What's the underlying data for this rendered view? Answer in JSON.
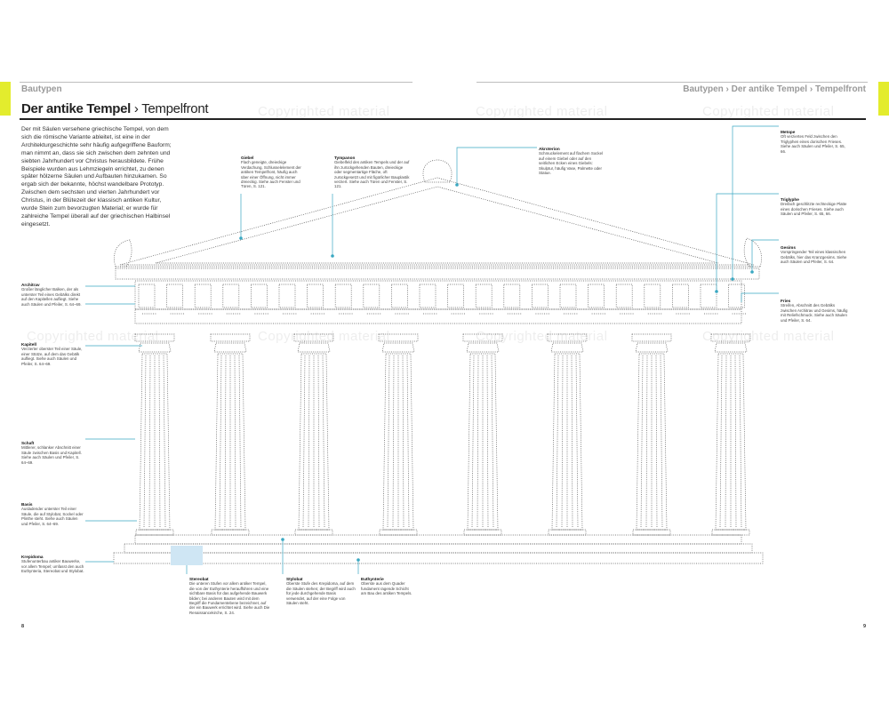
{
  "header": {
    "left_section": "Bautypen",
    "right_breadcrumb": "Bautypen › Der antike Tempel › Tempelfront",
    "title_main": "Der antike Tempel",
    "title_sep": " › ",
    "title_sub": "Tempelfront"
  },
  "intro": "Der mit Säulen versehene griechische Tempel, von dem sich die römische Variante ableitet, ist eine in der Architekturgeschichte sehr häufig aufgegriffene Bauform; man nimmt an, dass sie sich zwischen dem zehnten und siebten Jahrhundert vor Christus herausbildete. Frühe Beispiele wurden aus Lehmziegeln errichtet, zu denen später hölzerne Säulen und Aufbauten hinzukamen. So ergab sich der bekannte, höchst wandelbare Prototyp. Zwischen dem sechsten und vierten Jahrhundert vor Christus, in der Blütezeit der klassisch antiken Kultur, wurde Stein zum bevorzugten Material; er wurde für zahlreiche Tempel überall auf der griechischen Halbinsel eingesetzt.",
  "labels": {
    "architrav": {
      "title": "Architrav",
      "desc": "Großer länglicher Balken, der als unterster Teil eines Gebälks direkt auf den Kapitellen aufliegt. Siehe auch Säulen und Pfeiler, S. 64–69."
    },
    "kapitell": {
      "title": "Kapitell",
      "desc": "Verzierter oberster Teil einer Säule, einer Stütze, auf dem das Gebälk aufliegt. Siehe auch Säulen und Pfeiler, S. 64–69."
    },
    "schaft": {
      "title": "Schaft",
      "desc": "Mittlerer, schlanker Abschnitt einer Säule zwischen Basis und Kapitell. Siehe auch Säulen und Pfeiler, S. 64–69."
    },
    "basis": {
      "title": "Basis",
      "desc": "Ausladender unterster Teil einer Säule, die auf Stylobat, Sockel oder Plinthe steht. Siehe auch Säulen und Pfeiler, S. 64–69."
    },
    "krepidoma": {
      "title": "Krepidoma",
      "desc": "Stufenunterbau antiker Bauwerke, vor allem Tempel; umfasst den auch Euthynteria, Stereobat und Stylobat."
    },
    "giebel": {
      "title": "Giebel",
      "desc": "Flach geneigte, dreieckige Verdachung, Schlusselelement der antiken Tempelfront, häufig auch über einer Öffnung, nicht immer dreieckig. Siehe auch Fenster und Türen, S. 121."
    },
    "tympanon": {
      "title": "Tympanon",
      "desc": "Giebelfeld des antiken Tempels und der auf ihn zurückgehenden Bauten, dreieckige oder segmentartige Fläche, oft zurückgesetzt und mit figürlicher Bauplastik verziert. Siehe auch Türen und Fenster, S. 121."
    },
    "akroterion": {
      "title": "Akroterion",
      "desc": "Schmuckelement auf flachem Sockel auf einem Giebel oder auf den seitlichen Ecken eines Giebels: Skulptur, häufig Vase, Palmette oder Statue."
    },
    "metope": {
      "title": "Metope",
      "desc": "Oft verziertes Feld zwischen den Triglyphen eines dorischen Frieses. Siehe auch Säulen und Pfeiler, S. 65, 66."
    },
    "triglyphe": {
      "title": "Triglyphe",
      "desc": "Dreifach geschlitzte rechteckige Platte eines dorischen Frieses. Siehe auch Säulen und Pfeiler, S. 65, 66."
    },
    "gesims": {
      "title": "Gesims",
      "desc": "Vorspringender Teil eines klassischen Gebälks, hier das Kranzgesims. Siehe auch Säulen und Pfeiler, S. 64."
    },
    "fries": {
      "title": "Fries",
      "desc": "Streifen, Abschnitt des Gebälks zwischen Architrav und Gesims, häufig mit Reliefschmuck. Siehe auch Säulen und Pfeiler, S. 64."
    },
    "stereobat": {
      "title": "Stereobat",
      "desc": "Die unteren Stufen vor allem antiker Tempel, die von der Euthynterie heraufführen und eine sichtbare Basis für das aufgehende Bauwerk bilden; bei anderen Bauten wird mit dem Begriff die Fundamentebene bezeichnet, auf der ein Bauwerk errichtet wird. Siehe auch Die Renaissancekirche, S. 24."
    },
    "stylobat": {
      "title": "Stylobat",
      "desc": "Oberste Stufe des Krepidoma, auf dem die Säulen stehen; der Begriff wird auch für jede durchgehende Basis verwendet, auf der eine Folge von Säulen steht."
    },
    "euthynterie": {
      "title": "Euthynterie",
      "desc": "Oberste aus dem Quader fundament ragende Schicht am Bau des antiken Tempels."
    }
  },
  "watermark": "Copyrighted material",
  "page_left": "8",
  "page_right": "9",
  "colors": {
    "tab": "#e3ec2d",
    "leader": "#3aa8c2",
    "stereobat_highlight": "#cfe6f4"
  }
}
